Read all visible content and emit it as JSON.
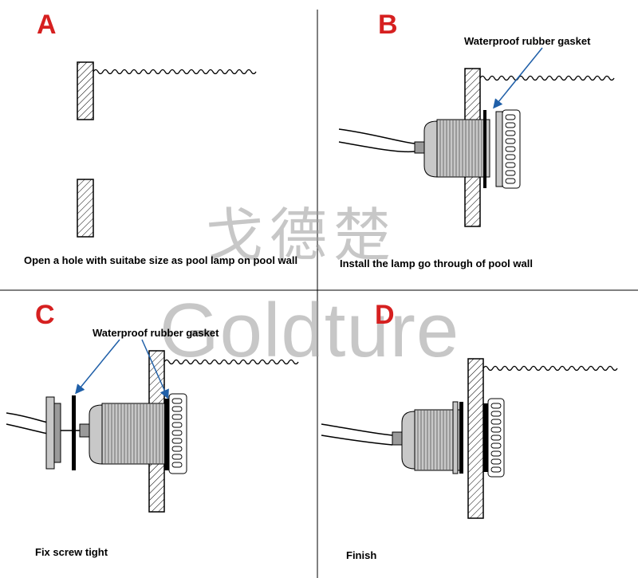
{
  "colors": {
    "letter": "#d62020",
    "line": "#000000",
    "arrow": "#1f5fa8",
    "lamp_fill": "#c8c8c8",
    "lamp_dark": "#9a9a9a",
    "watermark": "#9b9b9b"
  },
  "panels": [
    {
      "letter": "A",
      "caption": "Open a hole with suitabe size as pool lamp on pool wall"
    },
    {
      "letter": "B",
      "caption": "Install the lamp go through of pool wall",
      "callout": "Waterproof rubber gasket"
    },
    {
      "letter": "C",
      "caption": "Fix screw tight",
      "callout": "Waterproof rubber gasket"
    },
    {
      "letter": "D",
      "caption": "Finish"
    }
  ],
  "watermark": {
    "chinese": "戈德楚",
    "english": "Goldture"
  }
}
